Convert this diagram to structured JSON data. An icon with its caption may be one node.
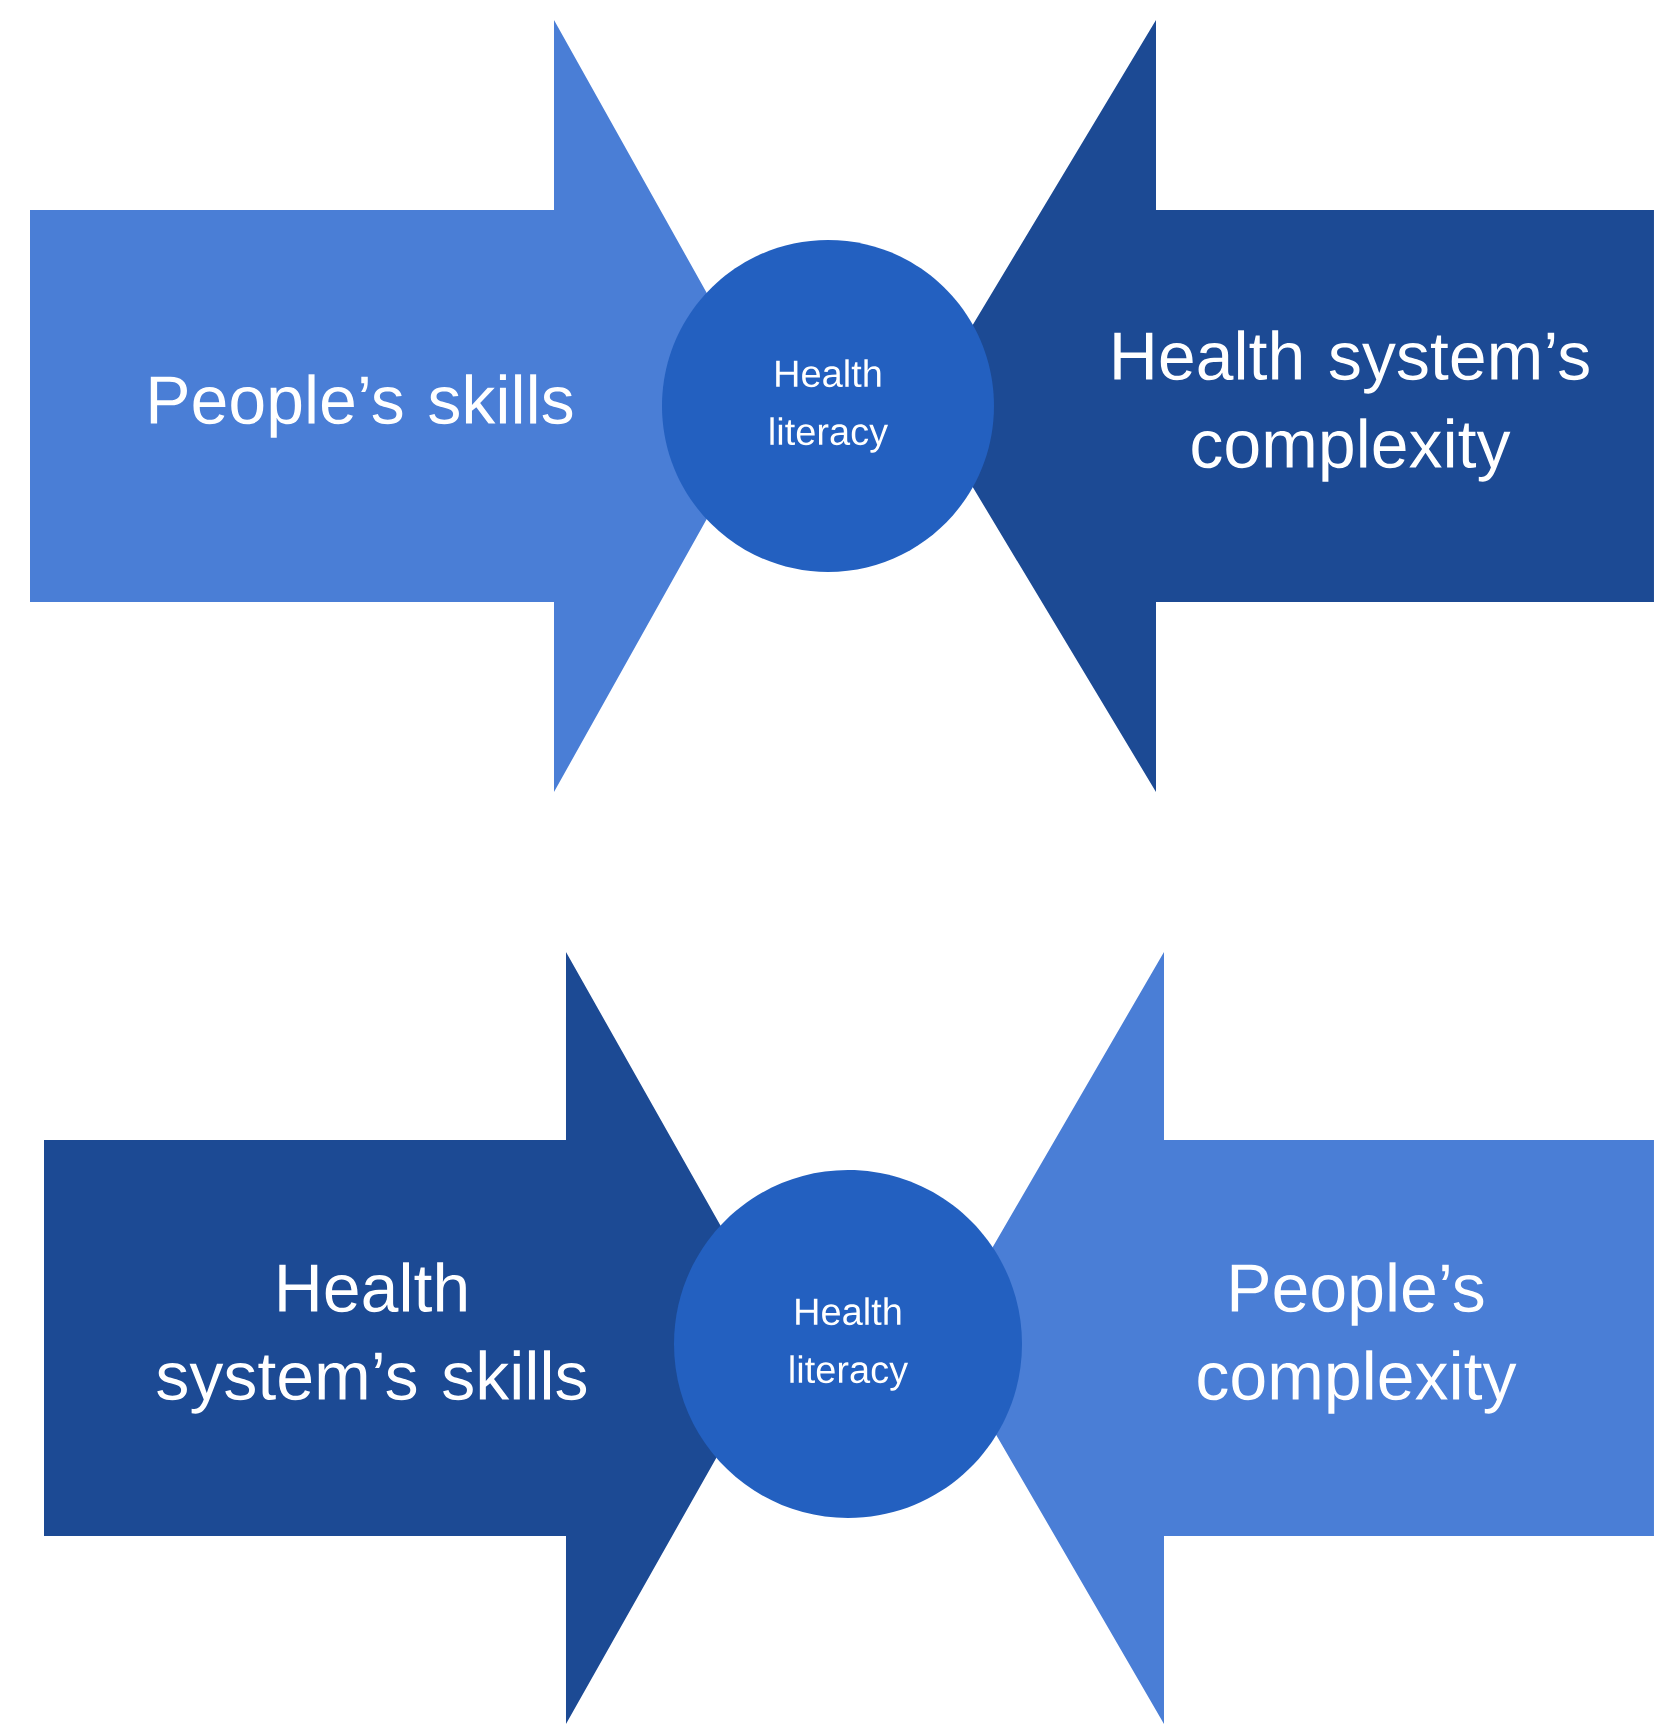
{
  "diagram": {
    "nodes": [
      {
        "text": [
          "People’s skills"
        ]
      },
      {
        "text": [
          "Health literacy"
        ]
      },
      {
        "text": [
          "Health system’s complexity"
        ]
      },
      {
        "text": [
          "Health system’s skills"
        ]
      },
      {
        "text": [
          "Health literacy"
        ]
      },
      {
        "text": [
          "People’s complexity"
        ]
      }
    ]
  }
}
